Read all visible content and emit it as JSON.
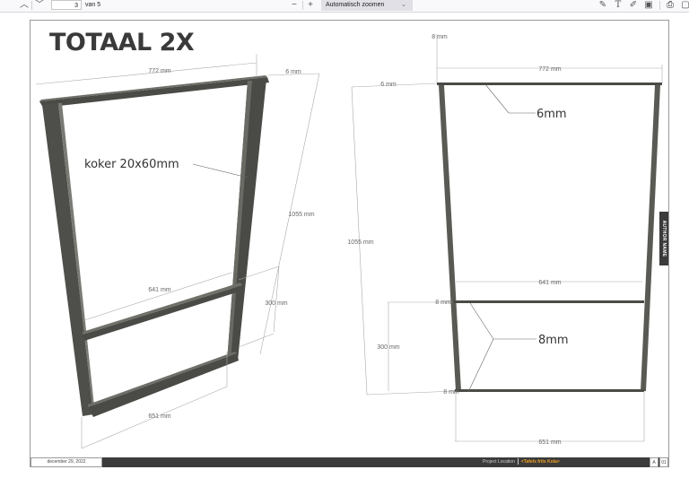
{
  "toolbar": {
    "prev_icon": "chevron-up-icon",
    "next_icon": "chevron-down-icon",
    "page_number": "3",
    "page_count": "van 5",
    "zoom_out_icon": "minus-icon",
    "zoom_in_icon": "plus-icon",
    "zoom_label": "Automatisch zoomen",
    "zoom_chevron": "⌄",
    "tools": [
      {
        "name": "highlight-icon",
        "glyph": "✎"
      },
      {
        "name": "text-icon",
        "glyph": "T"
      },
      {
        "name": "draw-icon",
        "glyph": "✐"
      },
      {
        "name": "image-icon",
        "glyph": "▣"
      },
      {
        "name": "print-icon",
        "glyph": "⎙"
      },
      {
        "name": "save-icon",
        "glyph": "▢"
      }
    ]
  },
  "sheet": {
    "title": "TOTAAL 2X",
    "left_view": {
      "top_width": "772 mm",
      "top_thickness": "6 mm",
      "height": "1055 mm",
      "rung_width": "641 mm",
      "rung_height": "300 mm",
      "bottom_width": "651 mm",
      "callout": "koker 20x60mm"
    },
    "right_view": {
      "top_offset": "8 mm",
      "top_width": "772 mm",
      "top_thickness": "6 mm",
      "callout_top": "6mm",
      "height": "1055 mm",
      "rung_width": "641 mm",
      "rung_thickness": "8 mm",
      "rung_height": "300 mm",
      "bottom_thickness": "8 mm",
      "bottom_width": "651 mm",
      "callout_bottom": "8mm"
    },
    "author_tab": "AUTHOR NAME",
    "footer": {
      "date": "december 29, 2022",
      "project_label": "Project Location",
      "project_name": "<Tafels frits Kola>",
      "revision": "A",
      "sheet_number": "01"
    }
  },
  "colors": {
    "steel": "#4a4a46",
    "steel_light": "#6e6e68",
    "footer_bg": "#3b3b3b",
    "accent": "#f0a020"
  }
}
